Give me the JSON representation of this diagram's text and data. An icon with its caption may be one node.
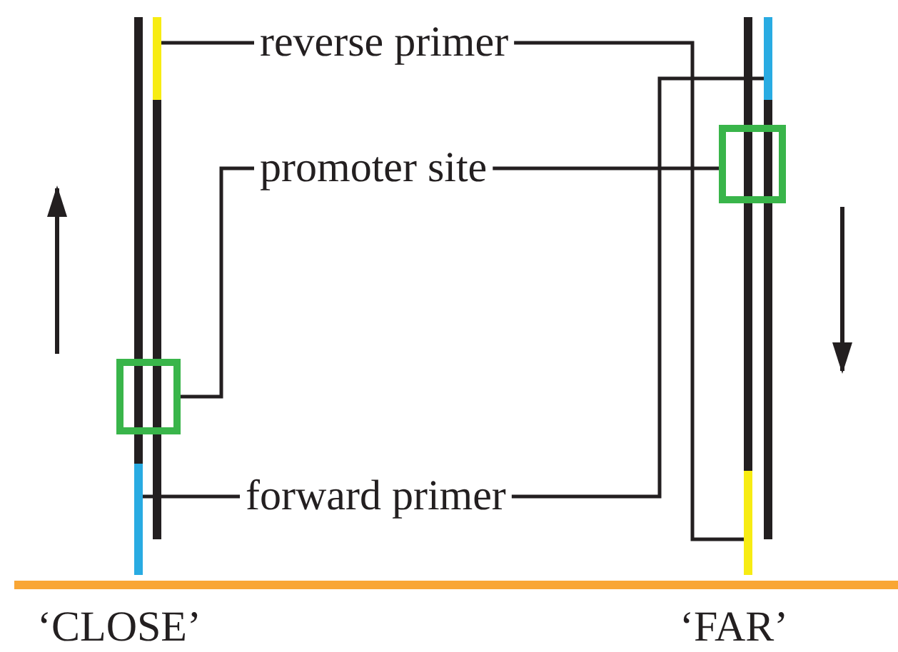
{
  "diagram": {
    "nodes": [
      {
        "text": [
          "reverse primer"
        ]
      },
      {
        "text": [
          "promoter site"
        ]
      },
      {
        "text": [
          "forward primer"
        ]
      },
      {
        "text": [],
        "shape": "bar"
      },
      {
        "text": [],
        "shape": "box"
      },
      {
        "text": [],
        "shape": "bar"
      },
      {
        "text": [],
        "shape": "bar"
      },
      {
        "text": [],
        "shape": "box"
      },
      {
        "text": [],
        "shape": "bar"
      }
    ],
    "edges": [
      {
        "from": 0,
        "to": 3,
        "arrow": "none"
      },
      {
        "from": 0,
        "to": 8,
        "arrow": "none"
      },
      {
        "from": 1,
        "to": 4,
        "arrow": "none"
      },
      {
        "from": 1,
        "to": 7,
        "arrow": "none"
      },
      {
        "from": 2,
        "to": 5,
        "arrow": "none"
      },
      {
        "from": 2,
        "to": 6,
        "arrow": "none"
      }
    ],
    "labels": [
      "‘CLOSE’",
      "‘FAR’"
    ]
  }
}
